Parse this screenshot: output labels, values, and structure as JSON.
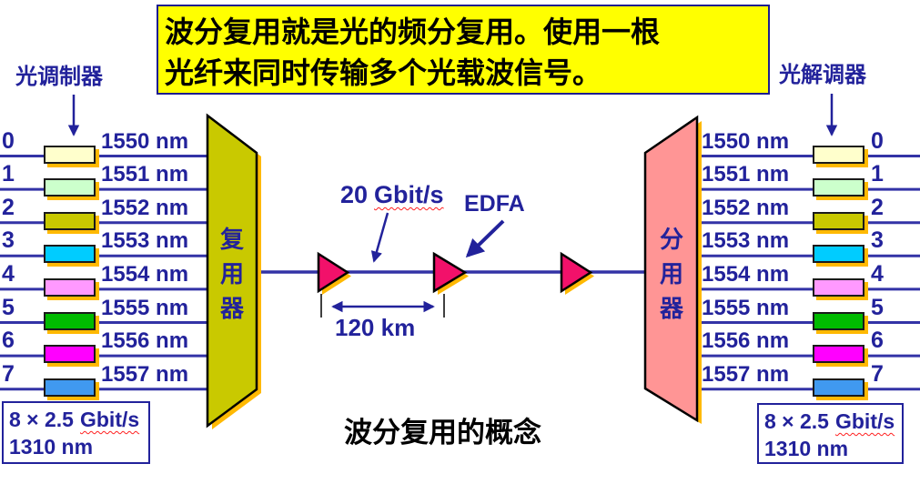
{
  "banner": {
    "line1": "波分复用就是光的频分复用。使用一根",
    "line2": "光纤来同时传输多个光载波信号。"
  },
  "left_device_label": "光调制器",
  "right_device_label": "光解调器",
  "mux": {
    "label": "复用器"
  },
  "demux": {
    "label": "分用器"
  },
  "channels": [
    {
      "id": "0",
      "wavelength": "1550 nm",
      "color": "#ffffcc"
    },
    {
      "id": "1",
      "wavelength": "1551 nm",
      "color": "#ccffcc"
    },
    {
      "id": "2",
      "wavelength": "1552 nm",
      "color": "#c9c900"
    },
    {
      "id": "3",
      "wavelength": "1553 nm",
      "color": "#00ccff"
    },
    {
      "id": "4",
      "wavelength": "1554 nm",
      "color": "#ff99ff"
    },
    {
      "id": "5",
      "wavelength": "1555 nm",
      "color": "#00bb00"
    },
    {
      "id": "6",
      "wavelength": "1556 nm",
      "color": "#ff00ff"
    },
    {
      "id": "7",
      "wavelength": "1557 nm",
      "color": "#4099f0"
    }
  ],
  "link": {
    "rate_value": "20",
    "rate_unit": "Gbit/s",
    "amplifier_label": "EDFA",
    "span_length": "120 km"
  },
  "left_io": {
    "rate_prefix": "8 × 2.5",
    "rate_unit": "Gbit/s",
    "wavelength": "1310 nm"
  },
  "right_io": {
    "rate_prefix": "8 × 2.5",
    "rate_unit": "Gbit/s",
    "wavelength": "1310 nm"
  },
  "caption": "波分复用的概念",
  "colors": {
    "ink": "#22229b",
    "line": "#3333a6",
    "gold": "#ffb902",
    "banner_bg": "#ffff00",
    "banner_border": "#1d1d8f",
    "mux_fill": "#c9c900",
    "demux_fill": "#ff9595",
    "amp_fill": "#f2116a",
    "box_border": "#1a1a1a",
    "squiggle": "#ff2020",
    "title_ink": "#000000"
  }
}
